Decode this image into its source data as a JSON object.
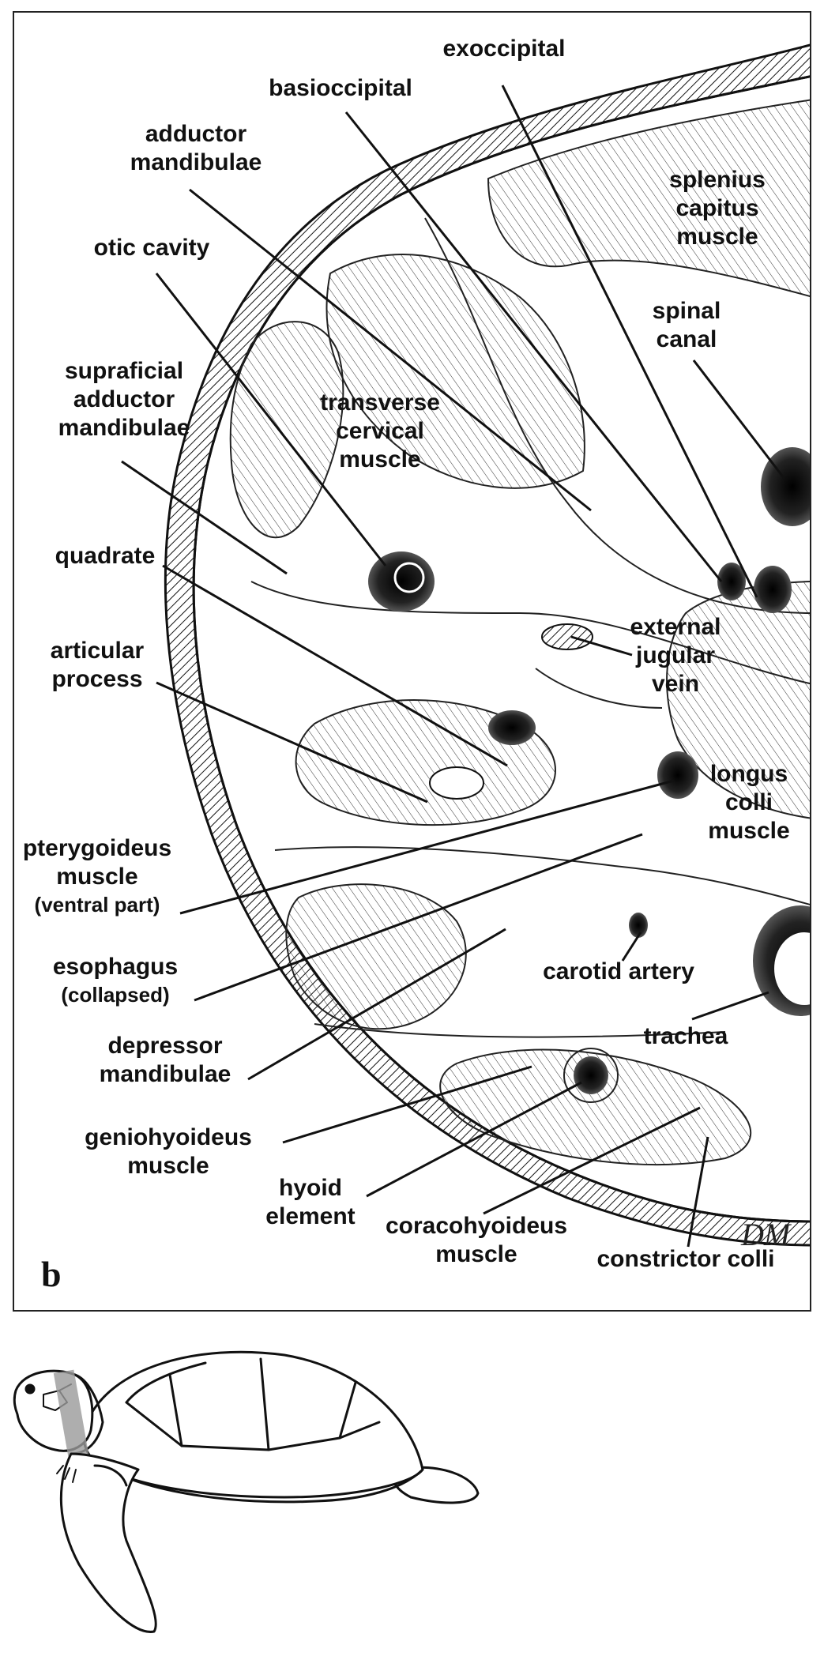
{
  "panel_letter": "b",
  "signature": "DM",
  "labels": {
    "exoccipital": "exoccipital",
    "basioccipital": "basioccipital",
    "adductor_mandibulae": "adductor\nmandibulae",
    "otic_cavity": "otic cavity",
    "splenius_capitus": "splenius\ncapitus\nmuscle",
    "spinal_canal": "spinal\ncanal",
    "supraficial_adductor": "supraficial\nadductor\nmandibulae",
    "transverse_cervical": "transverse\ncervical\nmuscle",
    "quadrate": "quadrate",
    "articular_process": "articular\nprocess",
    "external_jugular": "external\njugular\nvein",
    "longus_colli": "longus\ncolli\nmuscle",
    "pterygoideus_main": "pterygoideus\nmuscle",
    "pterygoideus_sub": "(ventral part)",
    "esophagus_main": "esophagus",
    "esophagus_sub": "(collapsed)",
    "carotid_artery": "carotid artery",
    "depressor_mandibulae": "depressor\nmandibulae",
    "trachea": "trachea",
    "geniohyoideus": "geniohyoideus\nmuscle",
    "hyoid_element": "hyoid\nelement",
    "coracohyoideus": "coracohyoideus\nmuscle",
    "constrictor_colli": "constrictor colli"
  },
  "colors": {
    "ink": "#111111",
    "section_band": "#9a9a9a"
  }
}
